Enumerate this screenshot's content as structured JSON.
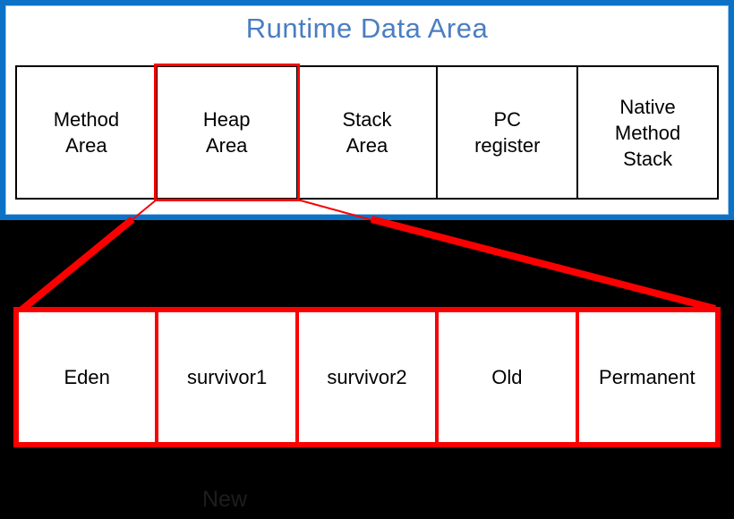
{
  "diagram": {
    "title": "Runtime Data Area",
    "runtime_area": {
      "cells": [
        {
          "label": "Method\nArea",
          "highlighted": false
        },
        {
          "label": "Heap\nArea",
          "highlighted": true
        },
        {
          "label": "Stack\nArea",
          "highlighted": false
        },
        {
          "label": "PC\nregister",
          "highlighted": false
        },
        {
          "label": "Native\nMethod\nStack",
          "highlighted": false
        }
      ]
    },
    "heap_detail": {
      "cells": [
        {
          "label": "Eden"
        },
        {
          "label": "survivor1"
        },
        {
          "label": "survivor2"
        },
        {
          "label": "Old"
        },
        {
          "label": "Permanent"
        }
      ]
    },
    "generation_label": "New",
    "colors": {
      "frame_blue": "#0b72c6",
      "title_blue": "#4a7ec1",
      "highlight_red": "#fb0000",
      "background": "#000000",
      "panel_white": "#ffffff",
      "text_black": "#000000",
      "faint_label_gray": "#1d1d1d"
    }
  }
}
